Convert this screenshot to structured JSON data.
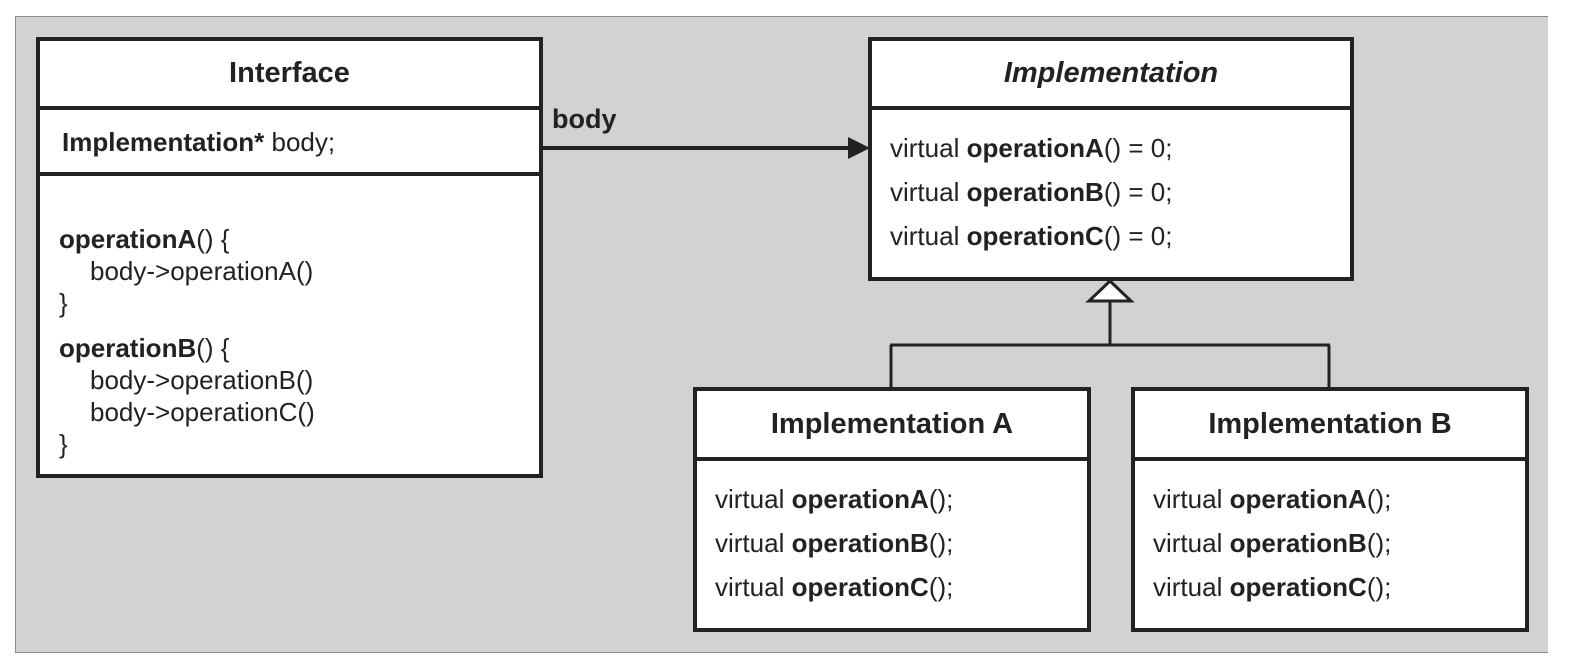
{
  "interface": {
    "title": "Interface",
    "attribute": {
      "type": "Implementation*",
      "name": "body;"
    },
    "ops": {
      "a_sig": {
        "name": "operationA",
        "rest": "() {"
      },
      "a_body": "body->operationA()",
      "a_close": "}",
      "b_sig": {
        "name": "operationB",
        "rest": "() {"
      },
      "b_body1": "body->operationB()",
      "b_body2": "body->operationC()",
      "b_close": "}"
    }
  },
  "association": {
    "label": "body"
  },
  "implementation": {
    "title": "Implementation",
    "ops": [
      {
        "prefix": "virtual",
        "name": "operationA",
        "suffix": "() = 0;"
      },
      {
        "prefix": "virtual",
        "name": "operationB",
        "suffix": "() = 0;"
      },
      {
        "prefix": "virtual",
        "name": "operationC",
        "suffix": "() = 0;"
      }
    ]
  },
  "impl_a": {
    "title": "Implementation A",
    "ops": [
      {
        "prefix": "virtual",
        "name": "operationA",
        "suffix": "();"
      },
      {
        "prefix": "virtual",
        "name": "operationB",
        "suffix": "();"
      },
      {
        "prefix": "virtual",
        "name": "operationC",
        "suffix": "();"
      }
    ]
  },
  "impl_b": {
    "title": "Implementation B",
    "ops": [
      {
        "prefix": "virtual",
        "name": "operationA",
        "suffix": "();"
      },
      {
        "prefix": "virtual",
        "name": "operationB",
        "suffix": "();"
      },
      {
        "prefix": "virtual",
        "name": "operationC",
        "suffix": "();"
      }
    ]
  }
}
